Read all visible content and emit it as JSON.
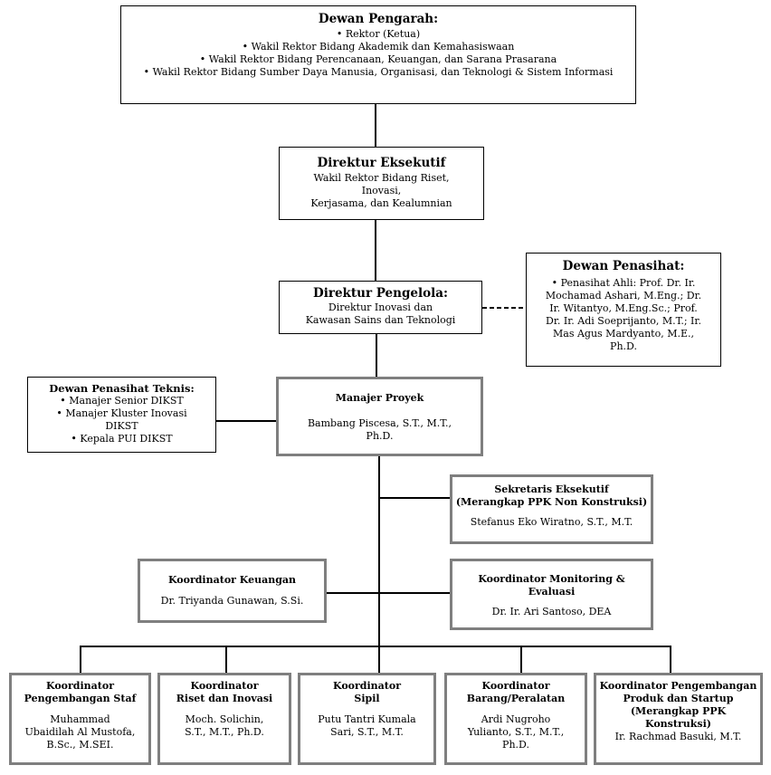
{
  "dewan_pengarah": {
    "title": "Dewan Pengarah:",
    "items": [
      "• Rektor (Ketua)",
      "• Wakil Rektor Bidang Akademik dan Kemahasiswaan",
      "• Wakil Rektor Bidang Perencanaan, Keuangan, dan Sarana Prasarana",
      "• Wakil Rektor Bidang Sumber Daya Manusia, Organisasi, dan Teknologi & Sistem Informasi"
    ]
  },
  "direktur_eksekutif": {
    "title": "Direktur Eksekutif",
    "lines": [
      "Wakil Rektor Bidang Riset,",
      "Inovasi,",
      "Kerjasama, dan Kealumnian"
    ]
  },
  "direktur_pengelola": {
    "title": "Direktur Pengelola:",
    "lines": [
      "Direktur Inovasi dan",
      "Kawasan Sains dan Teknologi"
    ]
  },
  "dewan_penasihat": {
    "title": "Dewan Penasihat:",
    "lines": [
      "• Penasihat Ahli: Prof. Dr. Ir.",
      "Mochamad Ashari, M.Eng.; Dr.",
      "Ir. Witantyo, M.Eng.Sc.; Prof.",
      "Dr. Ir. Adi Soeprijanto, M.T.; Ir.",
      "Mas Agus Mardyanto, M.E.,",
      "Ph.D."
    ]
  },
  "dewan_penasihat_teknis": {
    "title": "Dewan Penasihat Teknis:",
    "lines": [
      "•   Manajer Senior DIKST",
      "•   Manajer Kluster Inovasi",
      "DIKST",
      "•   Kepala PUI DIKST"
    ]
  },
  "manajer_proyek": {
    "title": "Manajer Proyek",
    "lines": [
      "Bambang Piscesa, S.T., M.T.,",
      "Ph.D."
    ]
  },
  "sekretaris": {
    "title_lines": [
      "Sekretaris Eksekutif",
      "(Merangkap PPK Non Konstruksi)"
    ],
    "lines": [
      "Stefanus Eko Wiratno, S.T., M.T."
    ]
  },
  "keuangan": {
    "title_lines": [
      "Koordinator Keuangan"
    ],
    "lines": [
      "Dr. Triyanda Gunawan, S.Si."
    ]
  },
  "monev": {
    "title_lines": [
      "Koordinator Monitoring &",
      "Evaluasi"
    ],
    "lines": [
      "Dr. Ir. Ari Santoso, DEA"
    ]
  },
  "bottom": [
    {
      "title_lines": [
        "Koordinator",
        "Pengembangan Staf"
      ],
      "lines": [
        "Muhammad",
        "Ubaidilah Al Mustofa,",
        "B.Sc., M.SEI."
      ]
    },
    {
      "title_lines": [
        "Koordinator",
        "Riset dan Inovasi"
      ],
      "lines": [
        "Moch. Solichin,",
        "S.T., M.T., Ph.D."
      ]
    },
    {
      "title_lines": [
        "Koordinator",
        "Sipil"
      ],
      "lines": [
        "Putu Tantri Kumala",
        "Sari, S.T., M.T."
      ]
    },
    {
      "title_lines": [
        "Koordinator",
        "Barang/Peralatan"
      ],
      "lines": [
        "Ardi Nugroho",
        "Yulianto, S.T., M.T.,",
        "Ph.D."
      ]
    },
    {
      "title_lines": [
        "Koordinator Pengembangan",
        "Produk dan Startup",
        "(Merangkap PPK",
        "Konstruksi)"
      ],
      "lines": [
        "Ir. Rachmad Basuki, M.T."
      ]
    }
  ]
}
